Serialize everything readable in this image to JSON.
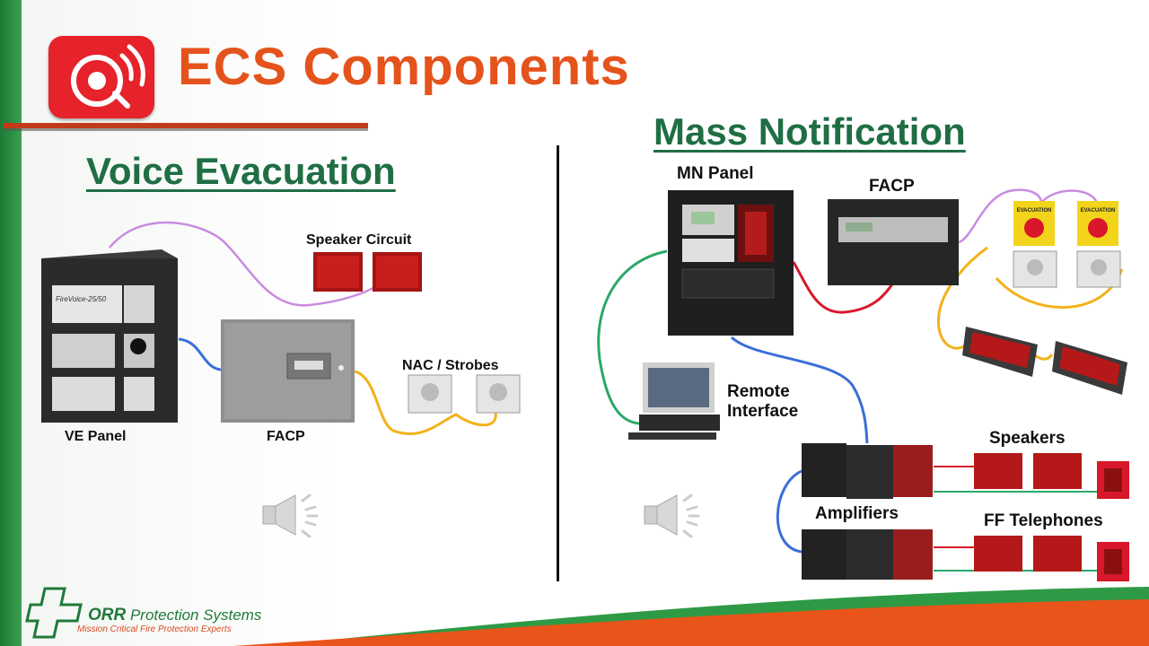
{
  "slide": {
    "title": "ECS Components",
    "title_icon": "alarm-bell-icon",
    "colors": {
      "title": "#e5531c",
      "section": "#1f6e44",
      "accent_bar": "#1d7a33",
      "footer_orange": "#e8541a"
    }
  },
  "voice_evacuation": {
    "title": "Voice Evacuation",
    "labels": {
      "speaker_circuit": "Speaker Circuit",
      "nac_strobes": "NAC / Strobes",
      "ve_panel": "VE Panel",
      "facp": "FACP"
    },
    "panel_brand": "FireVoice-25/50",
    "audio_icon": "speaker-audio-icon"
  },
  "mass_notification": {
    "title": "Mass Notification",
    "labels": {
      "mn_panel": "MN Panel",
      "facp": "FACP",
      "remote_interface": "Remote Interface",
      "speakers": "Speakers",
      "amplifiers": "Amplifiers",
      "ff_telephones": "FF Telephones"
    },
    "evacuation_button_text": "EVACUATION",
    "audio_icon": "speaker-audio-icon"
  },
  "footer": {
    "company_prefix": "ORR",
    "company_suffix": " Protection Systems",
    "tagline": "Mission Critical Fire Protection Experts"
  }
}
